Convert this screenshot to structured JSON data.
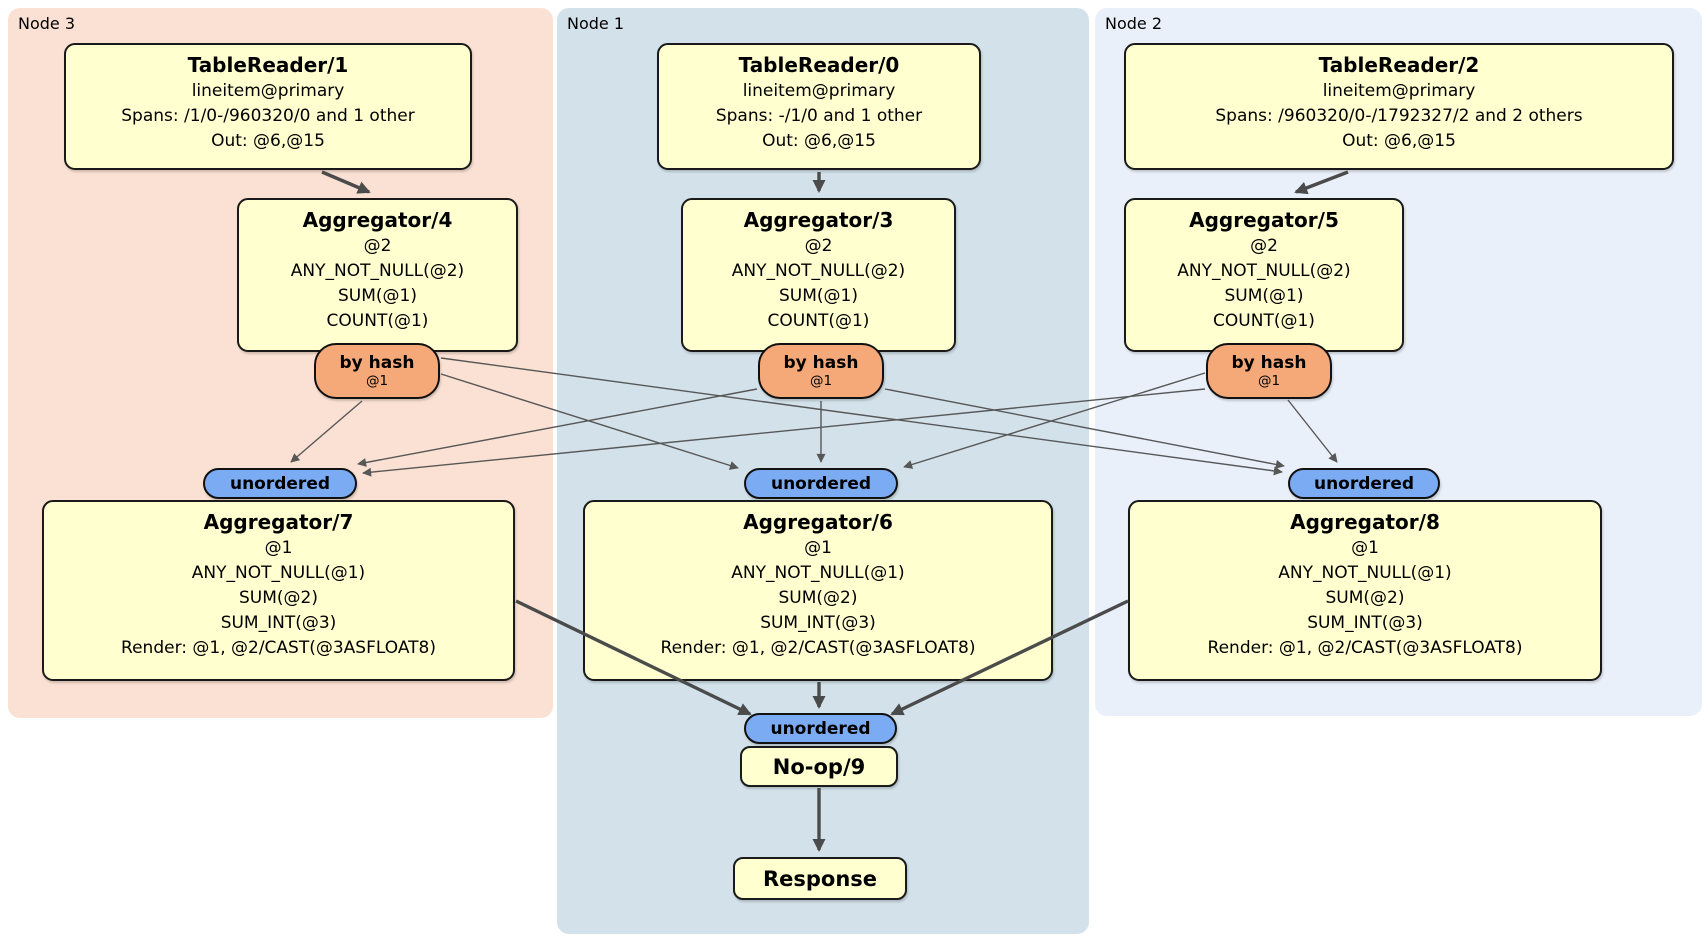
{
  "regions": {
    "node3": {
      "label": "Node 3"
    },
    "node1": {
      "label": "Node 1"
    },
    "node2": {
      "label": "Node 2"
    }
  },
  "sync_label": "unordered",
  "routers": {
    "node3": {
      "label": "by hash",
      "detail": "@1"
    },
    "node1": {
      "label": "by hash",
      "detail": "@1"
    },
    "node2": {
      "label": "by hash",
      "detail": "@1"
    }
  },
  "processors": {
    "tr1": {
      "title": "TableReader/1",
      "lines": [
        "lineitem@primary",
        "Spans: /1/0-/960320/0 and 1 other",
        "Out: @6,@15"
      ]
    },
    "tr0": {
      "title": "TableReader/0",
      "lines": [
        "lineitem@primary",
        "Spans: -/1/0 and 1 other",
        "Out: @6,@15"
      ]
    },
    "tr2": {
      "title": "TableReader/2",
      "lines": [
        "lineitem@primary",
        "Spans: /960320/0-/1792327/2 and 2 others",
        "Out: @6,@15"
      ]
    },
    "agg4": {
      "title": "Aggregator/4",
      "lines": [
        "@2",
        "ANY_NOT_NULL(@2)",
        "SUM(@1)",
        "COUNT(@1)"
      ]
    },
    "agg3": {
      "title": "Aggregator/3",
      "lines": [
        "@2",
        "ANY_NOT_NULL(@2)",
        "SUM(@1)",
        "COUNT(@1)"
      ]
    },
    "agg5": {
      "title": "Aggregator/5",
      "lines": [
        "@2",
        "ANY_NOT_NULL(@2)",
        "SUM(@1)",
        "COUNT(@1)"
      ]
    },
    "agg7": {
      "title": "Aggregator/7",
      "lines": [
        "@1",
        "ANY_NOT_NULL(@1)",
        "SUM(@2)",
        "SUM_INT(@3)",
        "Render: @1, @2/CAST(@3ASFLOAT8)"
      ]
    },
    "agg6": {
      "title": "Aggregator/6",
      "lines": [
        "@1",
        "ANY_NOT_NULL(@1)",
        "SUM(@2)",
        "SUM_INT(@3)",
        "Render: @1, @2/CAST(@3ASFLOAT8)"
      ]
    },
    "agg8": {
      "title": "Aggregator/8",
      "lines": [
        "@1",
        "ANY_NOT_NULL(@1)",
        "SUM(@2)",
        "SUM_INT(@3)",
        "Render: @1, @2/CAST(@3ASFLOAT8)"
      ]
    },
    "noop": {
      "title": "No-op/9"
    },
    "response": {
      "title": "Response"
    }
  },
  "colors": {
    "processor_fill": "#ffffd0",
    "router_fill": "#f5a878",
    "sync_fill": "#7babf3",
    "node3_bg": "#fbe1d3",
    "node1_bg": "#d3e1ea",
    "node2_bg": "#eaf0fa",
    "edge": "#4b4b4b"
  }
}
